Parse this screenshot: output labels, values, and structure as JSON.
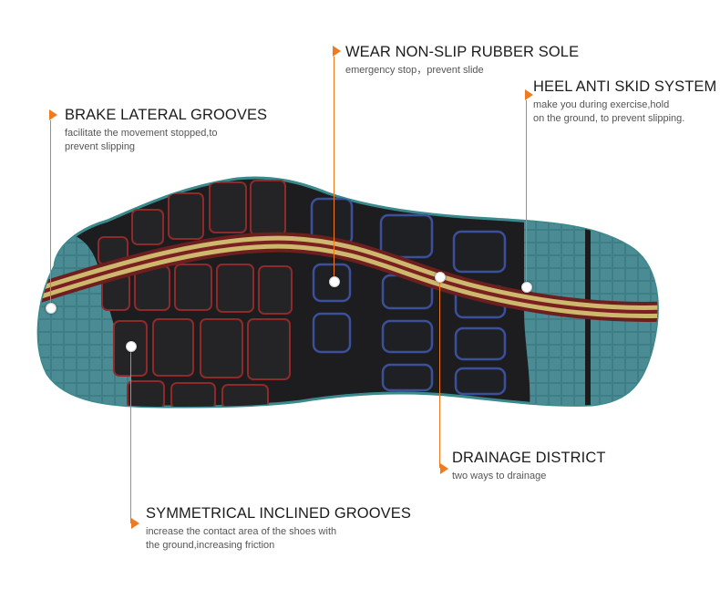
{
  "callouts": {
    "brake": {
      "title": "BRAKE LATERAL GROOVES",
      "desc_line1": "facilitate the movement stopped,to",
      "desc_line2": "prevent slipping"
    },
    "sole": {
      "title": "WEAR NON-SLIP RUBBER SOLE",
      "desc_line1": "emergency stop，prevent slide"
    },
    "heel": {
      "title": "HEEL ANTI SKID SYSTEM",
      "desc_line1": "make you during exercise,hold",
      "desc_line2": "on the ground, to prevent slipping."
    },
    "drainage": {
      "title": "DRAINAGE DISTRICT",
      "desc_line1": "two ways to drainage"
    },
    "symmetrical": {
      "title": "SYMMETRICAL INCLINED GROOVES",
      "desc_line1": "increase the contact area of the shoes with",
      "desc_line2": "the ground,increasing friction"
    }
  },
  "colors": {
    "accent_orange": "#f07a1e",
    "teal_rubber": "#3d7f86",
    "black_rubber": "#1b1b1c",
    "red_outline": "#9a2a2a",
    "blue_outline": "#3b4f9a",
    "yellow_stripe": "#d7c27a",
    "maroon_stripe": "#6d1f1f"
  },
  "icons": {
    "pointer": "orange-triangle-arrow-icon",
    "marker": "white-dot-marker-icon"
  }
}
